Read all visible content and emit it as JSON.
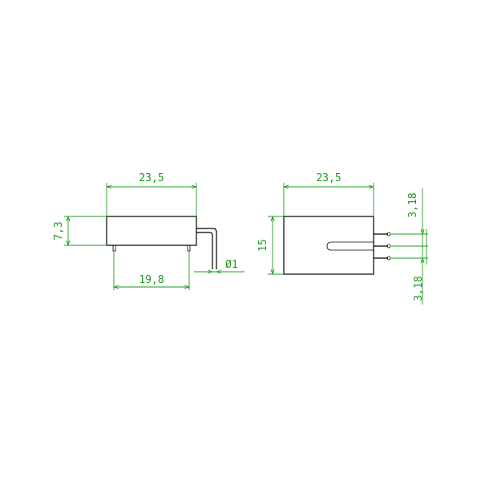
{
  "colors": {
    "outline": "#000000",
    "dimension": "#1e9a1e",
    "background": "#ffffff"
  },
  "side_view": {
    "width_label": "23,5",
    "height_label": "7,3",
    "pin_pitch_label": "19,8",
    "pin_diameter_label": "Ø1"
  },
  "top_view": {
    "width_label": "23,5",
    "height_label": "15",
    "pitch_top_label": "3,18",
    "pitch_bottom_label": "3,18"
  }
}
